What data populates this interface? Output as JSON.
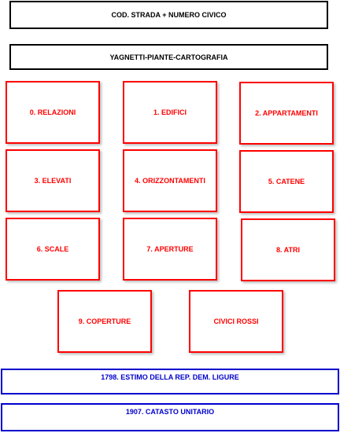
{
  "header_buttons": {
    "street_code": "COD. STRADA + NUMERO CIVICO",
    "cartography": "YAGNETTI-PIANTE-CARTOGRAFIA"
  },
  "categories": [
    "0. RELAZIONI",
    "1. EDIFICI",
    "2. APPARTAMENTI",
    "3. ELEVATI",
    "4. ORIZZONTAMENTI",
    "5. CATENE",
    "6. SCALE",
    "7. APERTURE",
    "8. ATRI",
    "9. COPERTURE",
    "CIVICI ROSSI"
  ],
  "footer_buttons": {
    "estimo_1798": "1798. ESTIMO DELLA REP. DEM. LIGURE",
    "catasto_1907": "1907. CATASTO UNITARIO"
  },
  "colors": {
    "black_border": "#000000",
    "category_red": "#ff0000",
    "footer_blue": "#0000cc"
  }
}
